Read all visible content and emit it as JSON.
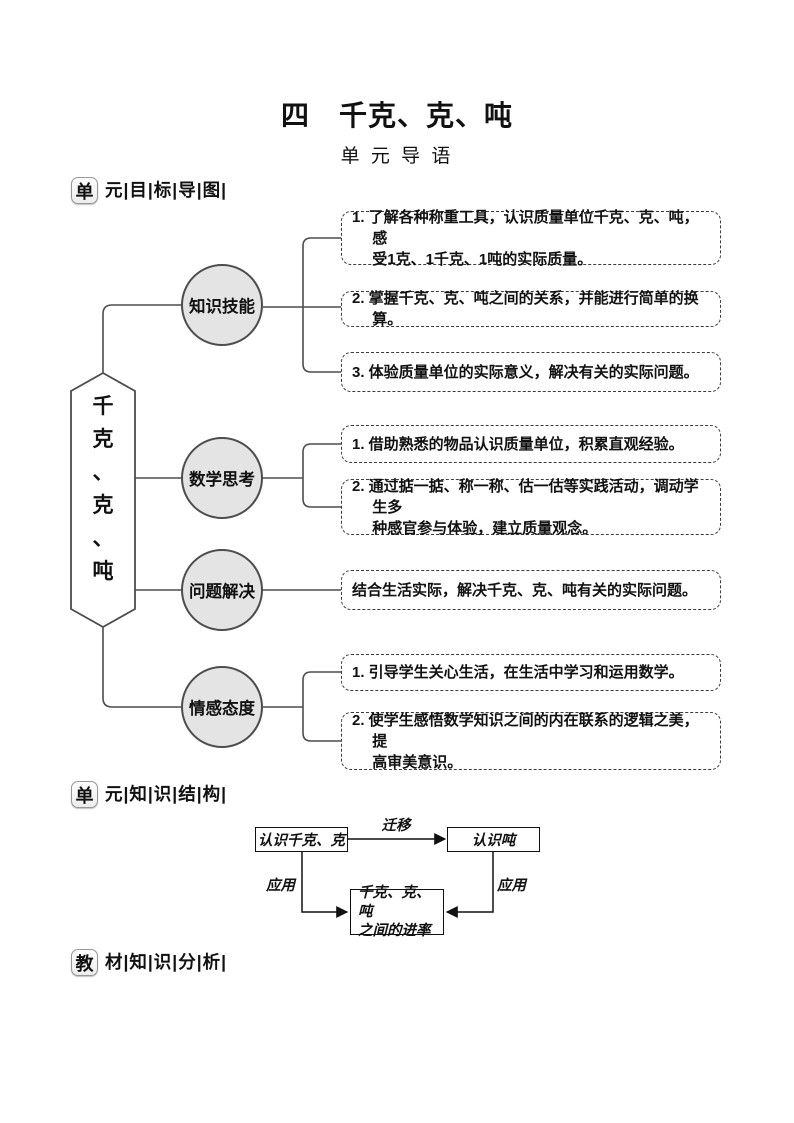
{
  "title": "四　千克、克、吨",
  "subtitle": "单 元 导 语",
  "sections": {
    "goal_map_header": {
      "keycap": "单",
      "rest": "元|目|标|导|图|"
    },
    "knowledge_structure_header": {
      "keycap": "单",
      "rest": "元|知|识|结|构|"
    },
    "material_analysis_header": {
      "keycap": "教",
      "rest": "材|知|识|分|析|"
    }
  },
  "goal_map": {
    "root": "千克、克、吨",
    "branches": [
      {
        "label": "知识技能",
        "items": [
          "1. 了解各种称重工具，认识质量单位千克、克、吨，感\n受1克、1千克、1吨的实际质量。",
          "2. 掌握千克、克、吨之间的关系，并能进行简单的换算。",
          "3. 体验质量单位的实际意义，解决有关的实际问题。"
        ]
      },
      {
        "label": "数学思考",
        "items": [
          "1. 借助熟悉的物品认识质量单位，积累直观经验。",
          "2. 通过掂一掂、称一称、估一估等实践活动，调动学生多\n种感官参与体验，建立质量观念。"
        ]
      },
      {
        "label": "问题解决",
        "items": [
          "结合生活实际，解决千克、克、吨有关的实际问题。"
        ]
      },
      {
        "label": "情感态度",
        "items": [
          "1. 引导学生关心生活，在生活中学习和运用数学。",
          "2. 使学生感悟数学知识之间的内在联系的逻辑之美，提\n高审美意识。"
        ]
      }
    ]
  },
  "structure_chart": {
    "node_kg_g": "认识千克、克",
    "node_ton": "认识吨",
    "node_rate": "千克、克、吨\n之间的进率",
    "label_transfer": "迁移",
    "label_apply_left": "应用",
    "label_apply_right": "应用"
  },
  "colors": {
    "wire": "#4d4d4d",
    "circle_fill": "#e4e4e4",
    "flow_line": "#111111"
  }
}
